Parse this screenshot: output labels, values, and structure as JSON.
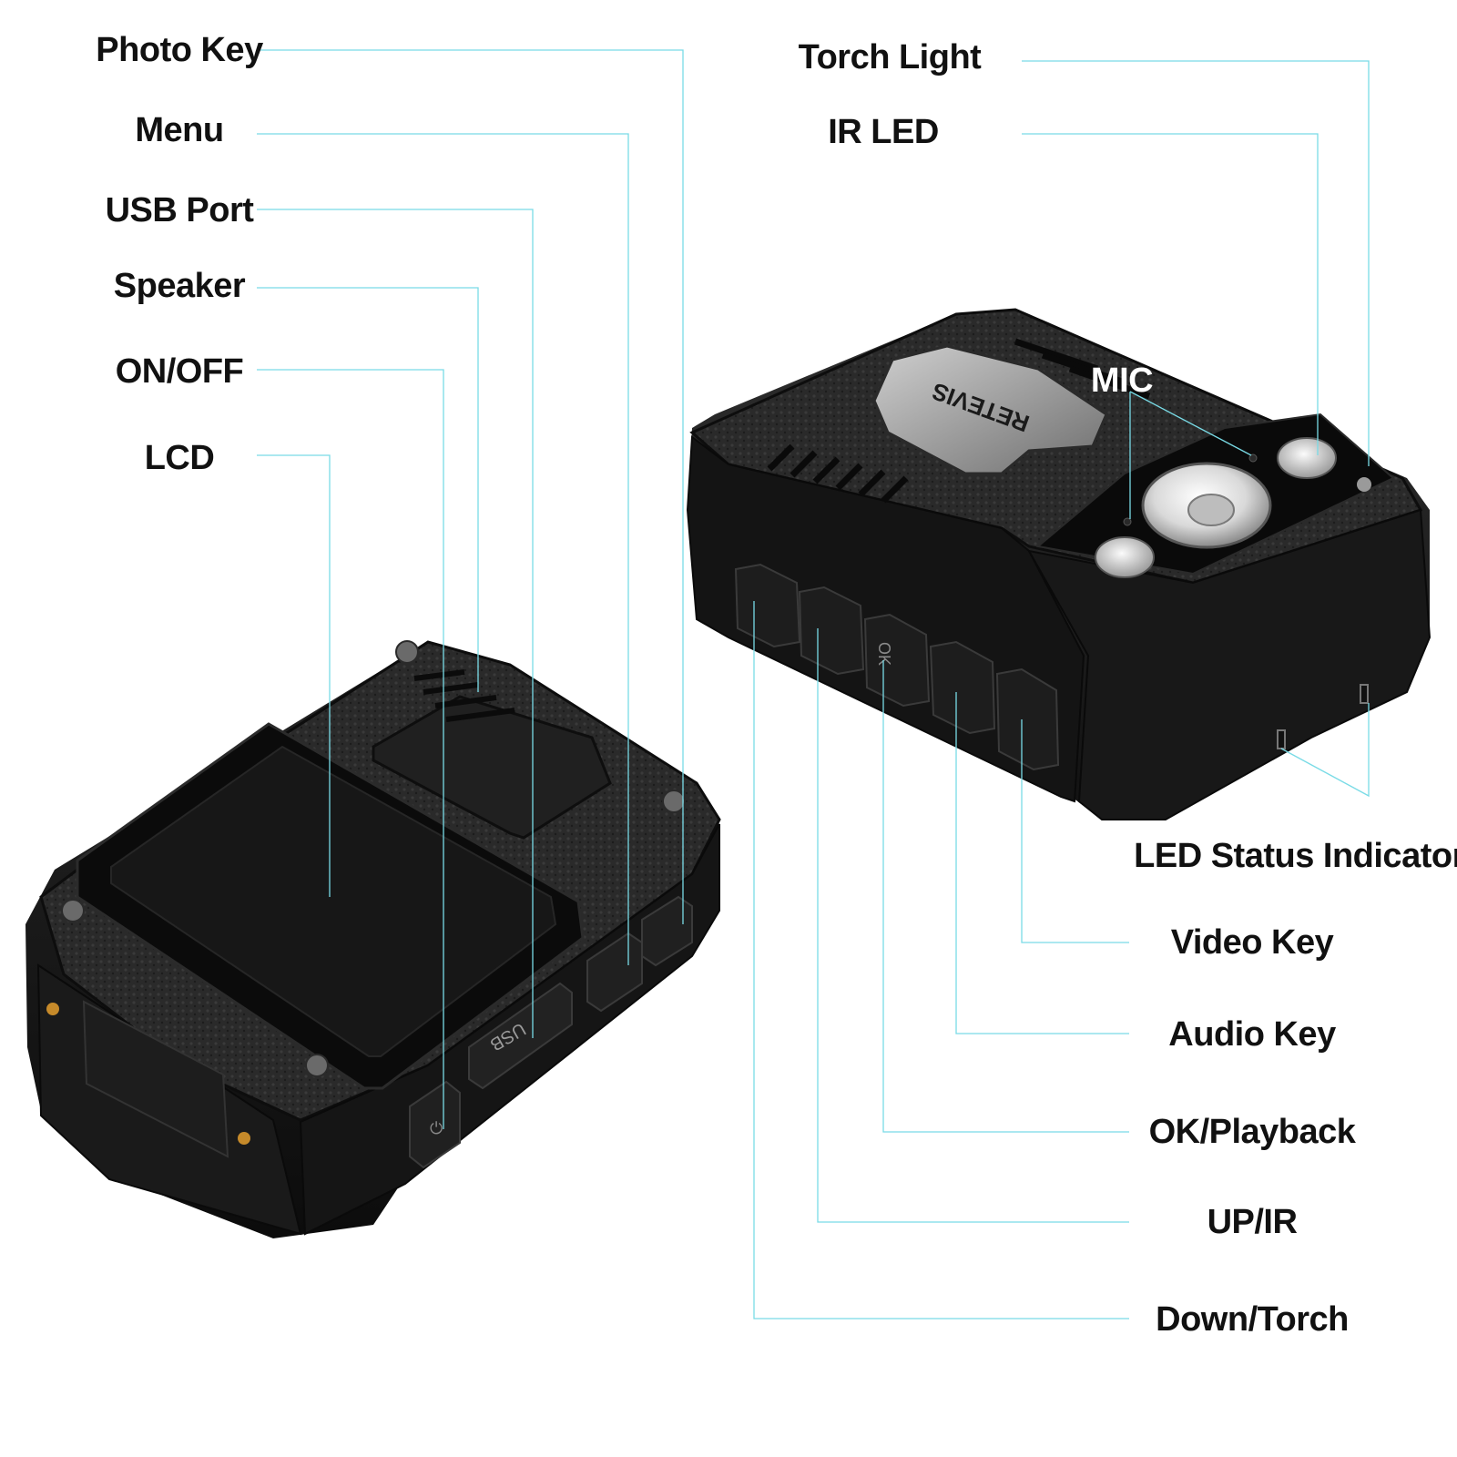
{
  "colors": {
    "leader_line": "#79dbe6",
    "label_text": "#111111",
    "camera_body": "#1b1b1b",
    "lcd_screen": "#141414",
    "lens": "#e6e6e6"
  },
  "left_device": {
    "name": "Body camera rear view",
    "labels": {
      "photo_key": "Photo Key",
      "menu": "Menu",
      "usb_port": "USB Port",
      "speaker": "Speaker",
      "on_off": "ON/OFF",
      "lcd": "LCD"
    },
    "printed_text": {
      "usb_marking": "USB"
    }
  },
  "right_device": {
    "name": "Body camera front view",
    "brand_logo": "RETEVIS",
    "labels": {
      "torch_light": "Torch Light",
      "ir_led": "IR LED",
      "mic": "MIC",
      "led_status_indicator": "LED Status Indicator",
      "video_key": "Video Key",
      "audio_key": "Audio Key",
      "ok_playback": "OK/Playback",
      "up_ir": "UP/IR",
      "down_torch": "Down/Torch"
    },
    "printed_text": {
      "ok_button": "OK"
    }
  }
}
